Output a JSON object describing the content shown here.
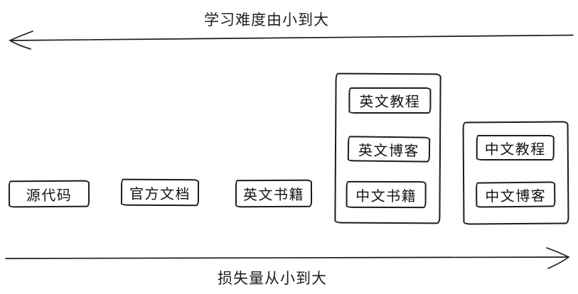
{
  "diagram": {
    "colors": {
      "stroke": "#1c1c1c",
      "background": "#ffffff"
    },
    "top_axis": {
      "label": "学习难度由小到大",
      "direction": "left"
    },
    "bottom_axis": {
      "label": "损失量从小到大",
      "direction": "right"
    },
    "nodes": [
      {
        "label": "源代码"
      },
      {
        "label": "官方文档"
      },
      {
        "label": "英文书籍"
      }
    ],
    "groups": [
      {
        "items": [
          {
            "label": "英文教程"
          },
          {
            "label": "英文博客"
          },
          {
            "label": "中文书籍"
          }
        ]
      },
      {
        "items": [
          {
            "label": "中文教程"
          },
          {
            "label": "中文博客"
          }
        ]
      }
    ]
  }
}
